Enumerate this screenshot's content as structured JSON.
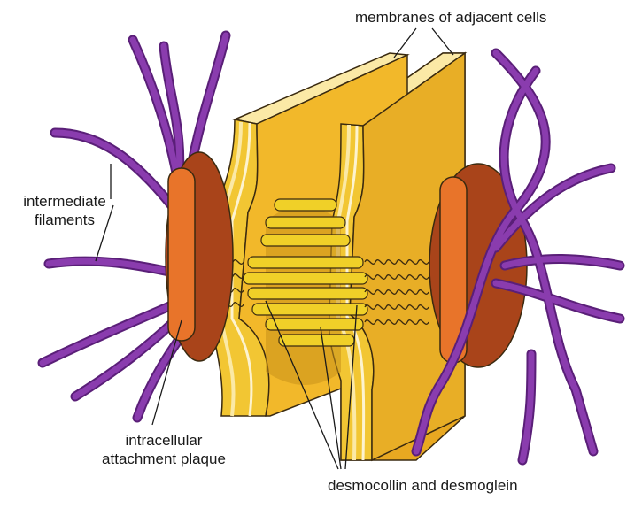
{
  "labels": {
    "membranes": "membranes of adjacent cells",
    "intermediate_line1": "intermediate",
    "intermediate_line2": "filaments",
    "plaque_line1": "intracellular",
    "plaque_line2": "attachment plaque",
    "cadherins": "desmocollin and desmoglein"
  },
  "colors": {
    "membrane_face": "#f2c633",
    "membrane_dark": "#c9911a",
    "membrane_light": "#fbe9a6",
    "plaque": "#e8742a",
    "plaque_dark": "#a9441a",
    "filament": "#8a3cae",
    "filament_dark": "#5a1f78",
    "rod": "#f0d028",
    "outline": "#3a2a10"
  }
}
